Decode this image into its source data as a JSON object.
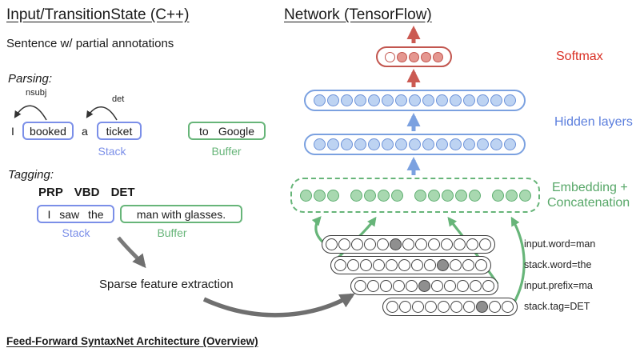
{
  "titles": {
    "left": "Input/TransitionState (C++)",
    "right": "Network (TensorFlow)",
    "subtitle": "Sentence w/ partial annotations",
    "footer": "Feed-Forward SyntaxNet Architecture (Overview)"
  },
  "parsing": {
    "label": "Parsing:",
    "arc_nsubj": "nsubj",
    "arc_det": "det",
    "word_i": "I",
    "word_booked": "booked",
    "word_a": "a",
    "word_ticket": "ticket",
    "word_to": "to",
    "word_google": "Google",
    "stack_label": "Stack",
    "buffer_label": "Buffer"
  },
  "tagging": {
    "label": "Tagging:",
    "tags": "PRP VBD DET",
    "stack_words": "I saw the",
    "buffer_words": "man with glasses.",
    "stack_label": "Stack",
    "buffer_label": "Buffer"
  },
  "flow": {
    "sparse_label": "Sparse feature extraction"
  },
  "network": {
    "softmax_label": "Softmax",
    "hidden_label": "Hidden layers",
    "embedding_label_line1": "Embedding +",
    "embedding_label_line2": "Concatenation",
    "softmax": {
      "count": 5,
      "filled": [
        1,
        2,
        3,
        4
      ]
    },
    "hidden1": {
      "count": 15
    },
    "hidden2": {
      "count": 15
    },
    "embedding_groups": [
      3,
      4,
      5,
      3
    ],
    "sparse_rows": [
      {
        "count": 13,
        "gray": 5,
        "label": "input.word=man"
      },
      {
        "count": 12,
        "gray": 8,
        "label": "stack.word=the"
      },
      {
        "count": 11,
        "gray": 5,
        "label": "input.prefix=ma"
      },
      {
        "count": 10,
        "gray": 7,
        "label": "stack.tag=DET"
      }
    ]
  },
  "colors": {
    "blue": "#7b8fe8",
    "green": "#67b579",
    "red": "#d93025",
    "salmon": "#c2564f",
    "gray_arrow": "#6f6f6f"
  }
}
